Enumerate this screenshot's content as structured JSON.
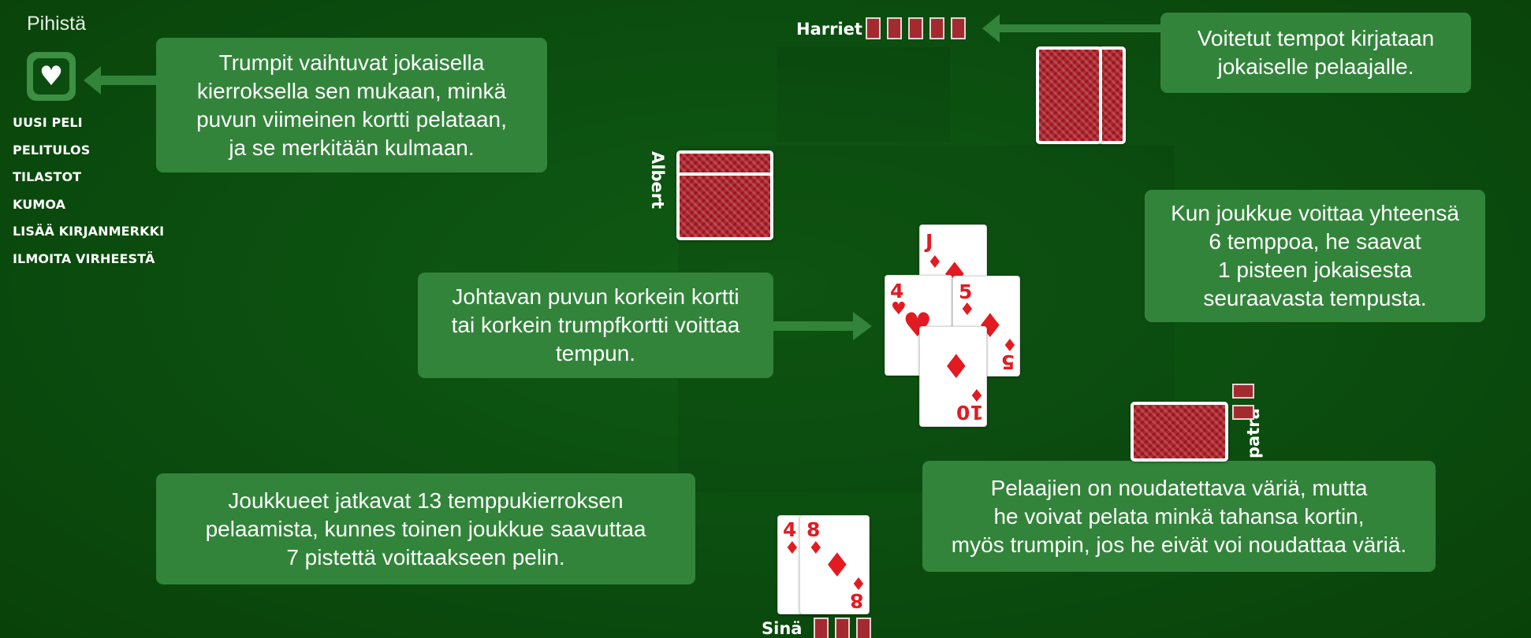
{
  "app": {
    "title": "Pihistä"
  },
  "menu": {
    "items": [
      "UUSI PELI",
      "PELITULOS",
      "TILASTOT",
      "KUMOA",
      "LISÄÄ KIRJANMERKKI",
      "ILMOITA VIRHEESTÄ"
    ]
  },
  "trump": {
    "suit": "hearts",
    "glyph": "♥"
  },
  "tips": {
    "trump_change": "Trumpit vaihtuvat jokaisella\nkierroksella sen mukaan, minkä\npuvun viimeinen kortti pelataan,\nja se merkitään kulmaan.",
    "tricks_recorded": "Voitetut tempot kirjataan\njokaiselle pelaajalle.",
    "scoring": "Kun joukkue voittaa yhteensä\n6 temppoa, he saavat\n1 pisteen jokaisesta\nseuraavasta tempusta.",
    "winning_card": "Johtavan puvun korkein kortti\ntai korkein trumpfkortti voittaa\ntempun.",
    "rounds": "Joukkueet jatkavat 13 temppukierroksen\npelaamista, kunnes toinen joukkue saavuttaa\n7 pistettä voittaakseen pelin.",
    "follow_suit": "Pelaajien on noudatettava väriä, mutta\nhe voivat pelata minkä tahansa kortin,\nmyös trumpin, jos he eivät voi noudattaa väriä."
  },
  "players": {
    "north": {
      "name": "Harriet",
      "tricks": 5
    },
    "west": {
      "name": "Albert"
    },
    "east": {
      "name": "patra",
      "tricks": 2
    },
    "south": {
      "name": "Sinä",
      "tricks": 3
    }
  },
  "trick_cards": [
    {
      "position": "north",
      "rank": "J",
      "suit": "♦"
    },
    {
      "position": "west",
      "rank": "4",
      "suit": "♥"
    },
    {
      "position": "east",
      "rank": "5",
      "suit": "♦"
    },
    {
      "position": "south",
      "rank": "10",
      "suit": "♦"
    }
  ],
  "hand_cards": [
    {
      "rank": "4",
      "suit": "♦"
    },
    {
      "rank": "8",
      "suit": "♦"
    }
  ]
}
